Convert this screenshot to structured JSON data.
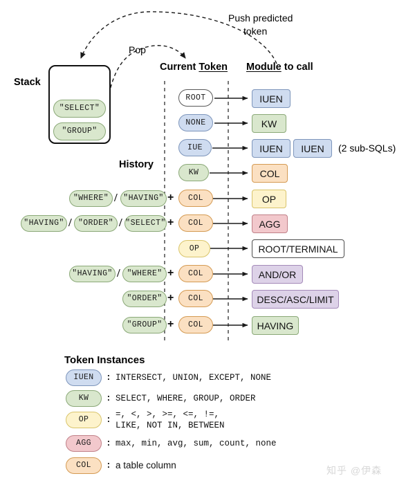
{
  "figure": {
    "title_labels": {
      "stack": "Stack",
      "history": "History",
      "current_token_prefix": "Current ",
      "current_token_underlined": "Token",
      "module_underlined": "Module",
      "module_suffix": " to call",
      "token_instances": "Token Instances"
    },
    "arrows": {
      "push_line1": "Push predicted",
      "push_line2": "token",
      "pop": "Pop"
    },
    "note_sub_sqls": "(2 sub-SQLs)",
    "watermark": "知乎 @伊森"
  },
  "stack": {
    "items": [
      {
        "label": "\"SELECT\"",
        "color": "green"
      },
      {
        "label": "\"GROUP\"",
        "color": "green"
      }
    ]
  },
  "rows": [
    {
      "history": [],
      "plus": "",
      "token": {
        "label": "ROOT",
        "color": "white"
      },
      "modules": [
        {
          "label": "IUEN",
          "color": "blue"
        }
      ],
      "note": ""
    },
    {
      "history": [],
      "plus": "",
      "token": {
        "label": "NONE",
        "color": "blue"
      },
      "modules": [
        {
          "label": "KW",
          "color": "green"
        }
      ],
      "note": ""
    },
    {
      "history": [],
      "plus": "",
      "token": {
        "label": "IUE",
        "color": "blue"
      },
      "modules": [
        {
          "label": "IUEN",
          "color": "blue"
        },
        {
          "label": "IUEN",
          "color": "blue"
        }
      ],
      "note": "(2 sub-SQLs)"
    },
    {
      "history": [],
      "plus": "",
      "token": {
        "label": "KW",
        "color": "green"
      },
      "modules": [
        {
          "label": "COL",
          "color": "orange"
        }
      ],
      "note": ""
    },
    {
      "history": [
        {
          "label": "\"WHERE\"",
          "color": "green"
        },
        {
          "label": "\"HAVING\"",
          "color": "green"
        }
      ],
      "separators": [
        "/"
      ],
      "plus": "+",
      "token": {
        "label": "COL",
        "color": "orange"
      },
      "modules": [
        {
          "label": "OP",
          "color": "yellow"
        }
      ],
      "note": ""
    },
    {
      "history": [
        {
          "label": "\"HAVING\"",
          "color": "green"
        },
        {
          "label": "\"ORDER\"",
          "color": "green"
        },
        {
          "label": "\"SELECT\"",
          "color": "green"
        }
      ],
      "separators": [
        "/",
        "/"
      ],
      "plus": "+",
      "token": {
        "label": "COL",
        "color": "orange"
      },
      "modules": [
        {
          "label": "AGG",
          "color": "red"
        }
      ],
      "note": ""
    },
    {
      "history": [],
      "plus": "",
      "token": {
        "label": "OP",
        "color": "yellow"
      },
      "modules": [
        {
          "label": "ROOT/TERMINAL",
          "color": "white"
        }
      ],
      "note": ""
    },
    {
      "history": [
        {
          "label": "\"HAVING\"",
          "color": "green"
        },
        {
          "label": "\"WHERE\"",
          "color": "green"
        }
      ],
      "separators": [
        "/"
      ],
      "plus": "+",
      "token": {
        "label": "COL",
        "color": "orange"
      },
      "modules": [
        {
          "label": "AND/OR",
          "color": "purple"
        }
      ],
      "note": ""
    },
    {
      "history": [
        {
          "label": "\"ORDER\"",
          "color": "green"
        }
      ],
      "separators": [],
      "plus": "+",
      "token": {
        "label": "COL",
        "color": "orange"
      },
      "modules": [
        {
          "label": "DESC/ASC/LIMIT",
          "color": "purple"
        }
      ],
      "note": ""
    },
    {
      "history": [
        {
          "label": "\"GROUP\"",
          "color": "green"
        }
      ],
      "separators": [],
      "plus": "+",
      "token": {
        "label": "COL",
        "color": "orange"
      },
      "modules": [
        {
          "label": "HAVING",
          "color": "green"
        }
      ],
      "note": ""
    }
  ],
  "legend": {
    "entries": [
      {
        "pill": {
          "label": "IUEN",
          "color": "blue"
        },
        "colon": ":",
        "lines": [
          "INTERSECT, UNION, EXCEPT, NONE"
        ],
        "mono": true
      },
      {
        "pill": {
          "label": "KW",
          "color": "green"
        },
        "colon": ":",
        "lines": [
          "SELECT, WHERE, GROUP, ORDER"
        ],
        "mono": true
      },
      {
        "pill": {
          "label": "OP",
          "color": "yellow"
        },
        "colon": ":",
        "lines": [
          "=, <, >, >=, <=, !=,",
          "LIKE, NOT IN, BETWEEN"
        ],
        "mono": true
      },
      {
        "pill": {
          "label": "AGG",
          "color": "red"
        },
        "colon": ":",
        "lines": [
          "max, min, avg, sum, count, none"
        ],
        "mono": true
      },
      {
        "pill": {
          "label": "COL",
          "color": "orange"
        },
        "colon": ":",
        "lines": [
          "a table column"
        ],
        "mono": false
      }
    ]
  },
  "colors": {
    "green": "#d9e7cd",
    "blue": "#cfdcf0",
    "orange": "#fbe0c2",
    "yellow": "#fdf3cc",
    "red": "#f2c8cc",
    "purple": "#ddd2e8",
    "white": "#ffffff",
    "arrow": "#1a1a1a",
    "dashed_divider": "#555555"
  }
}
